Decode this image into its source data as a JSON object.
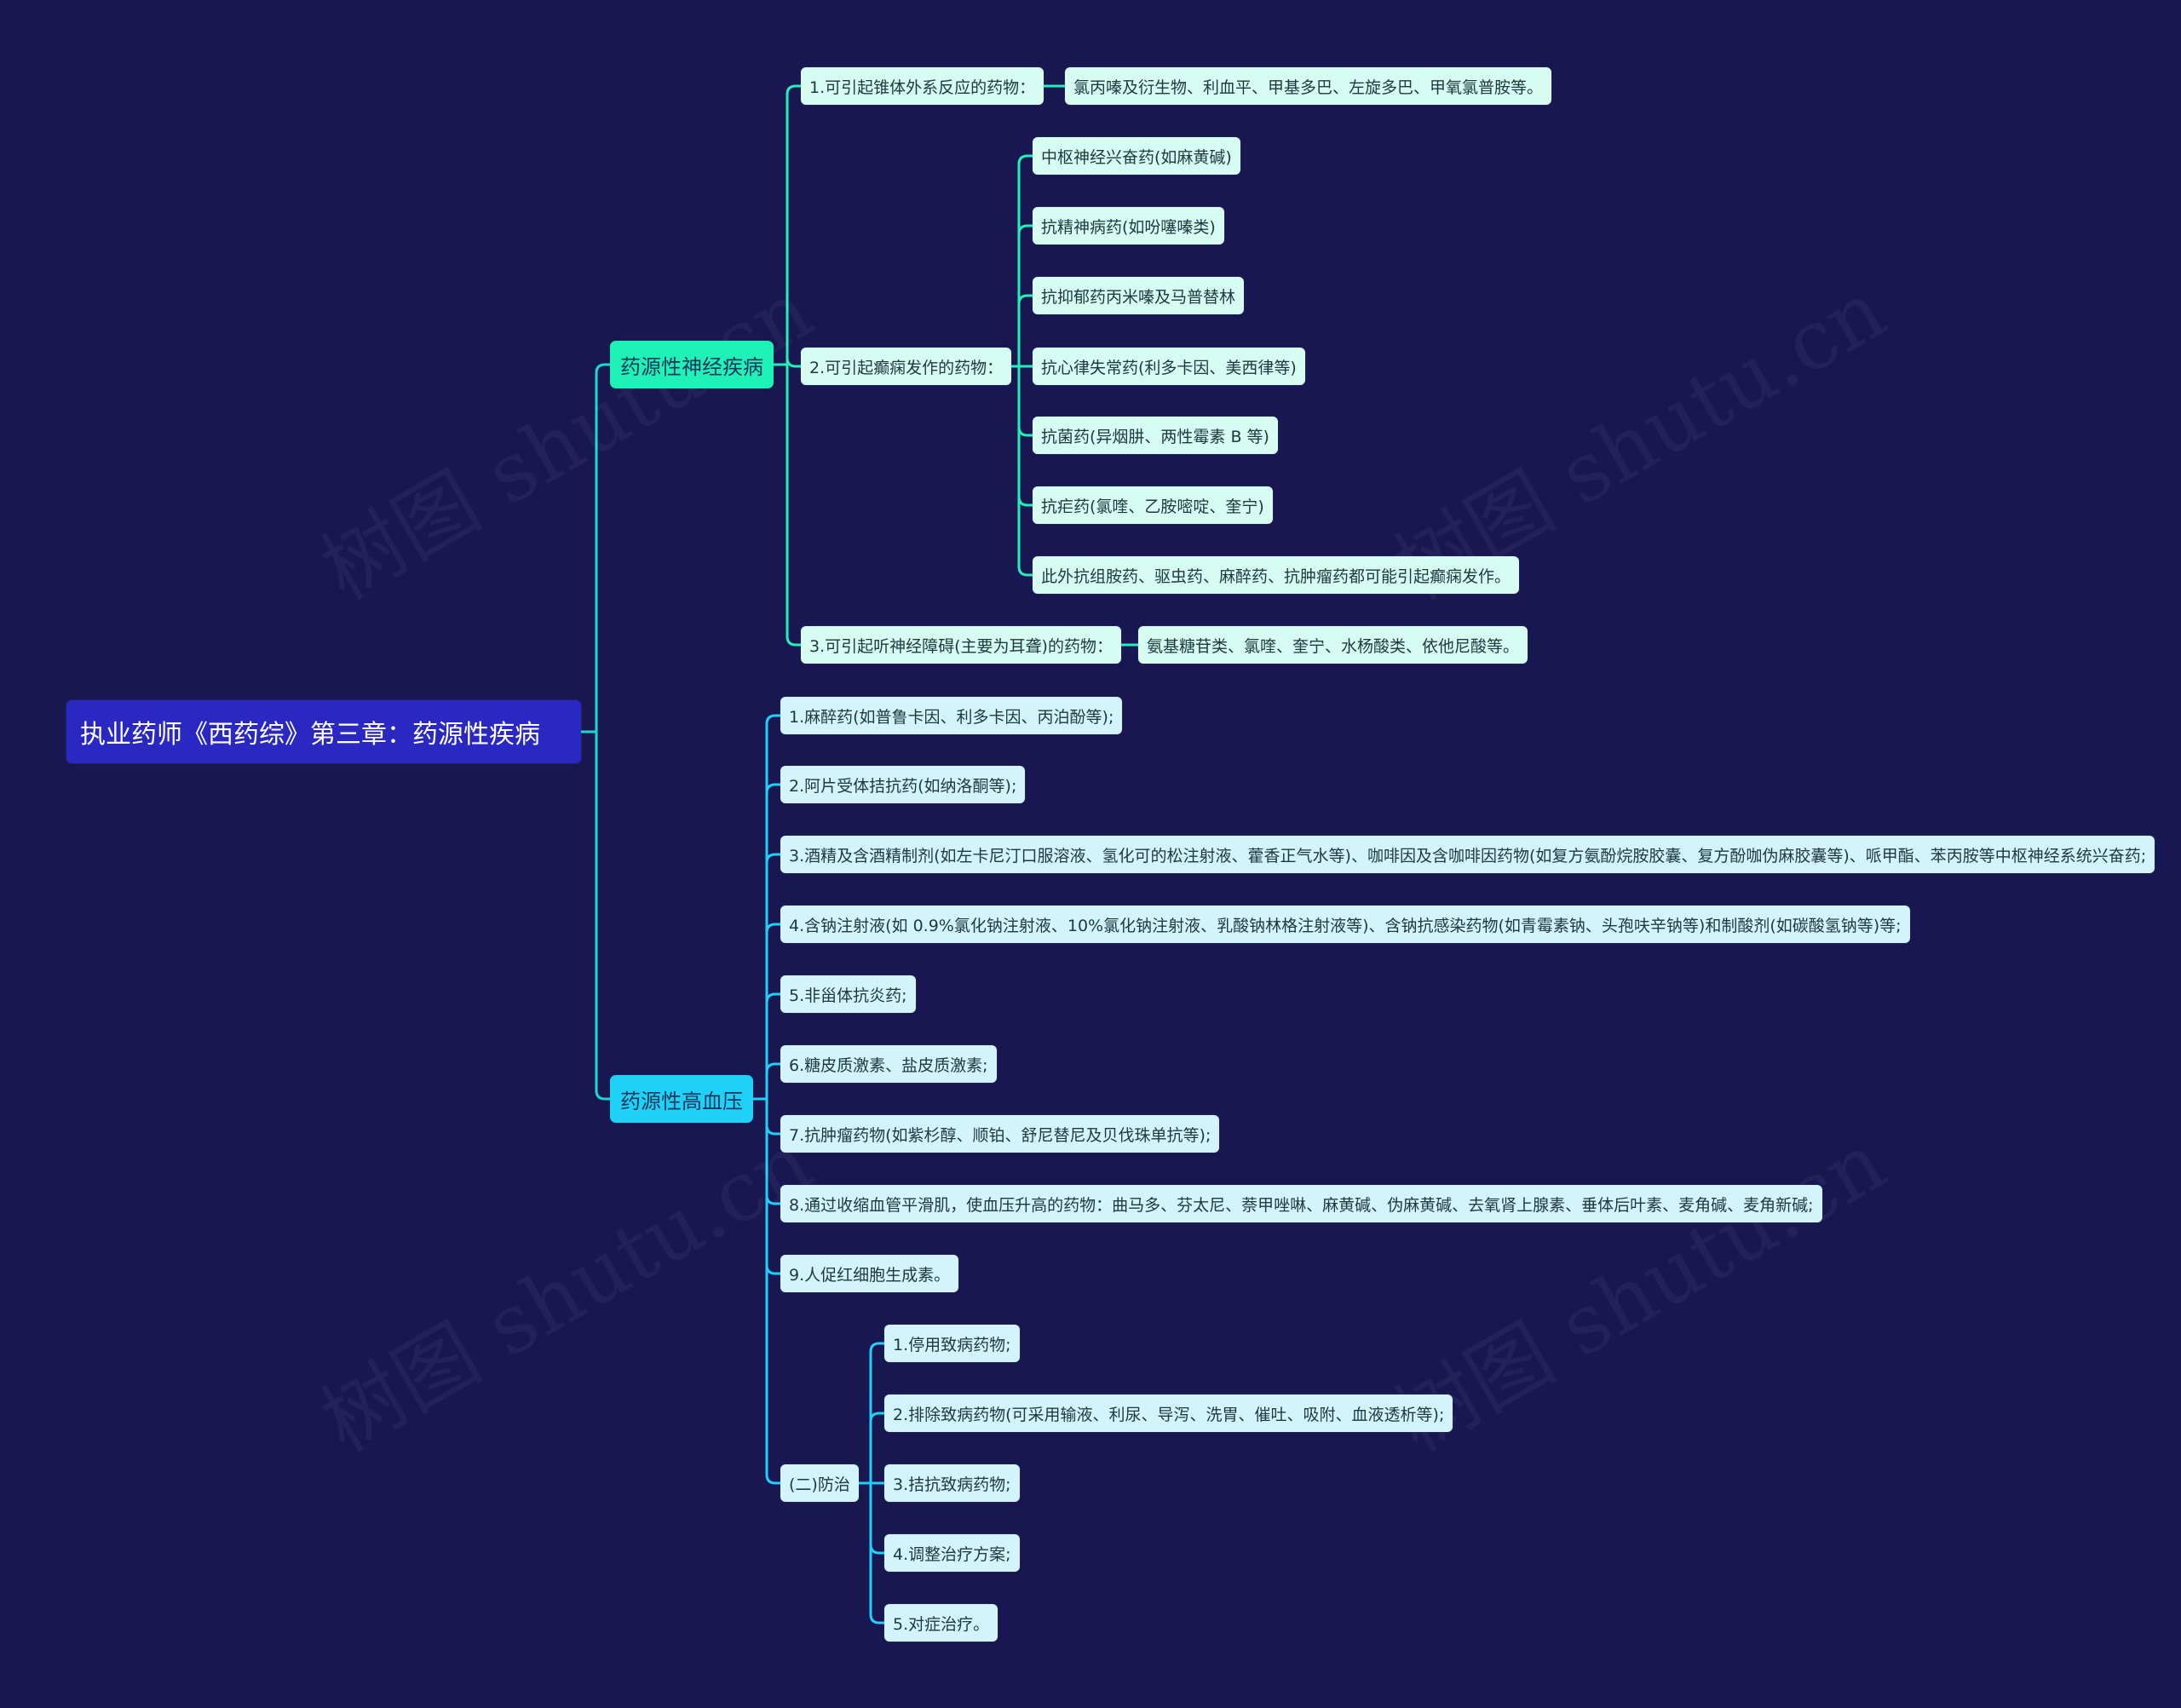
{
  "root": {
    "title": "执业药师《西药综》第三章：药源性疾病"
  },
  "branches": {
    "neuro": {
      "label": "药源性神经疾病",
      "color": "#1ef2b6",
      "items": [
        {
          "label": "1.可引起锥体外系反应的药物：",
          "children": [
            "氯丙嗪及衍生物、利血平、甲基多巴、左旋多巴、甲氧氯普胺等。"
          ]
        },
        {
          "label": "2.可引起癫痫发作的药物：",
          "children": [
            "中枢神经兴奋药(如麻黄碱)",
            "抗精神病药(如吩噻嗪类)",
            "抗抑郁药丙米嗪及马普替林",
            "抗心律失常药(利多卡因、美西律等)",
            "抗菌药(异烟肼、两性霉素 B 等)",
            "抗疟药(氯喹、乙胺嘧啶、奎宁)",
            "此外抗组胺药、驱虫药、麻醉药、抗肿瘤药都可能引起癫痫发作。"
          ]
        },
        {
          "label": "3.可引起听神经障碍(主要为耳聋)的药物：",
          "children": [
            "氨基糖苷类、氯喹、奎宁、水杨酸类、依他尼酸等。"
          ]
        }
      ]
    },
    "hyper": {
      "label": "药源性高血压",
      "color": "#1fd1f7",
      "items": [
        "1.麻醉药(如普鲁卡因、利多卡因、丙泊酚等);",
        "2.阿片受体拮抗药(如纳洛酮等);",
        "3.酒精及含酒精制剂(如左卡尼汀口服溶液、氢化可的松注射液、藿香正气水等)、咖啡因及含咖啡因药物(如复方氨酚烷胺胶囊、复方酚咖伪麻胶囊等)、哌甲酯、苯丙胺等中枢神经系统兴奋药;",
        "4.含钠注射液(如 0.9%氯化钠注射液、10%氯化钠注射液、乳酸钠林格注射液等)、含钠抗感染药物(如青霉素钠、头孢呋辛钠等)和制酸剂(如碳酸氢钠等)等;",
        "5.非甾体抗炎药;",
        "6.糖皮质激素、盐皮质激素;",
        "7.抗肿瘤药物(如紫杉醇、顺铂、舒尼替尼及贝伐珠单抗等);",
        "8.通过收缩血管平滑肌，使血压升高的药物：曲马多、芬太尼、萘甲唑啉、麻黄碱、伪麻黄碱、去氧肾上腺素、垂体后叶素、麦角碱、麦角新碱;",
        "9.人促红细胞生成素。"
      ],
      "prevention": {
        "label": "(二)防治",
        "children": [
          "1.停用致病药物;",
          "2.排除致病药物(可采用输液、利尿、导泻、洗胃、催吐、吸附、血液透析等);",
          "3.拮抗致病药物;",
          "4.调整治疗方案;",
          "5.对症治疗。"
        ]
      }
    }
  },
  "watermarks": [
    "树图 shutu.cn",
    "树图 shutu.cn",
    "树图 shutu.cn",
    "树图 shutu.cn"
  ]
}
